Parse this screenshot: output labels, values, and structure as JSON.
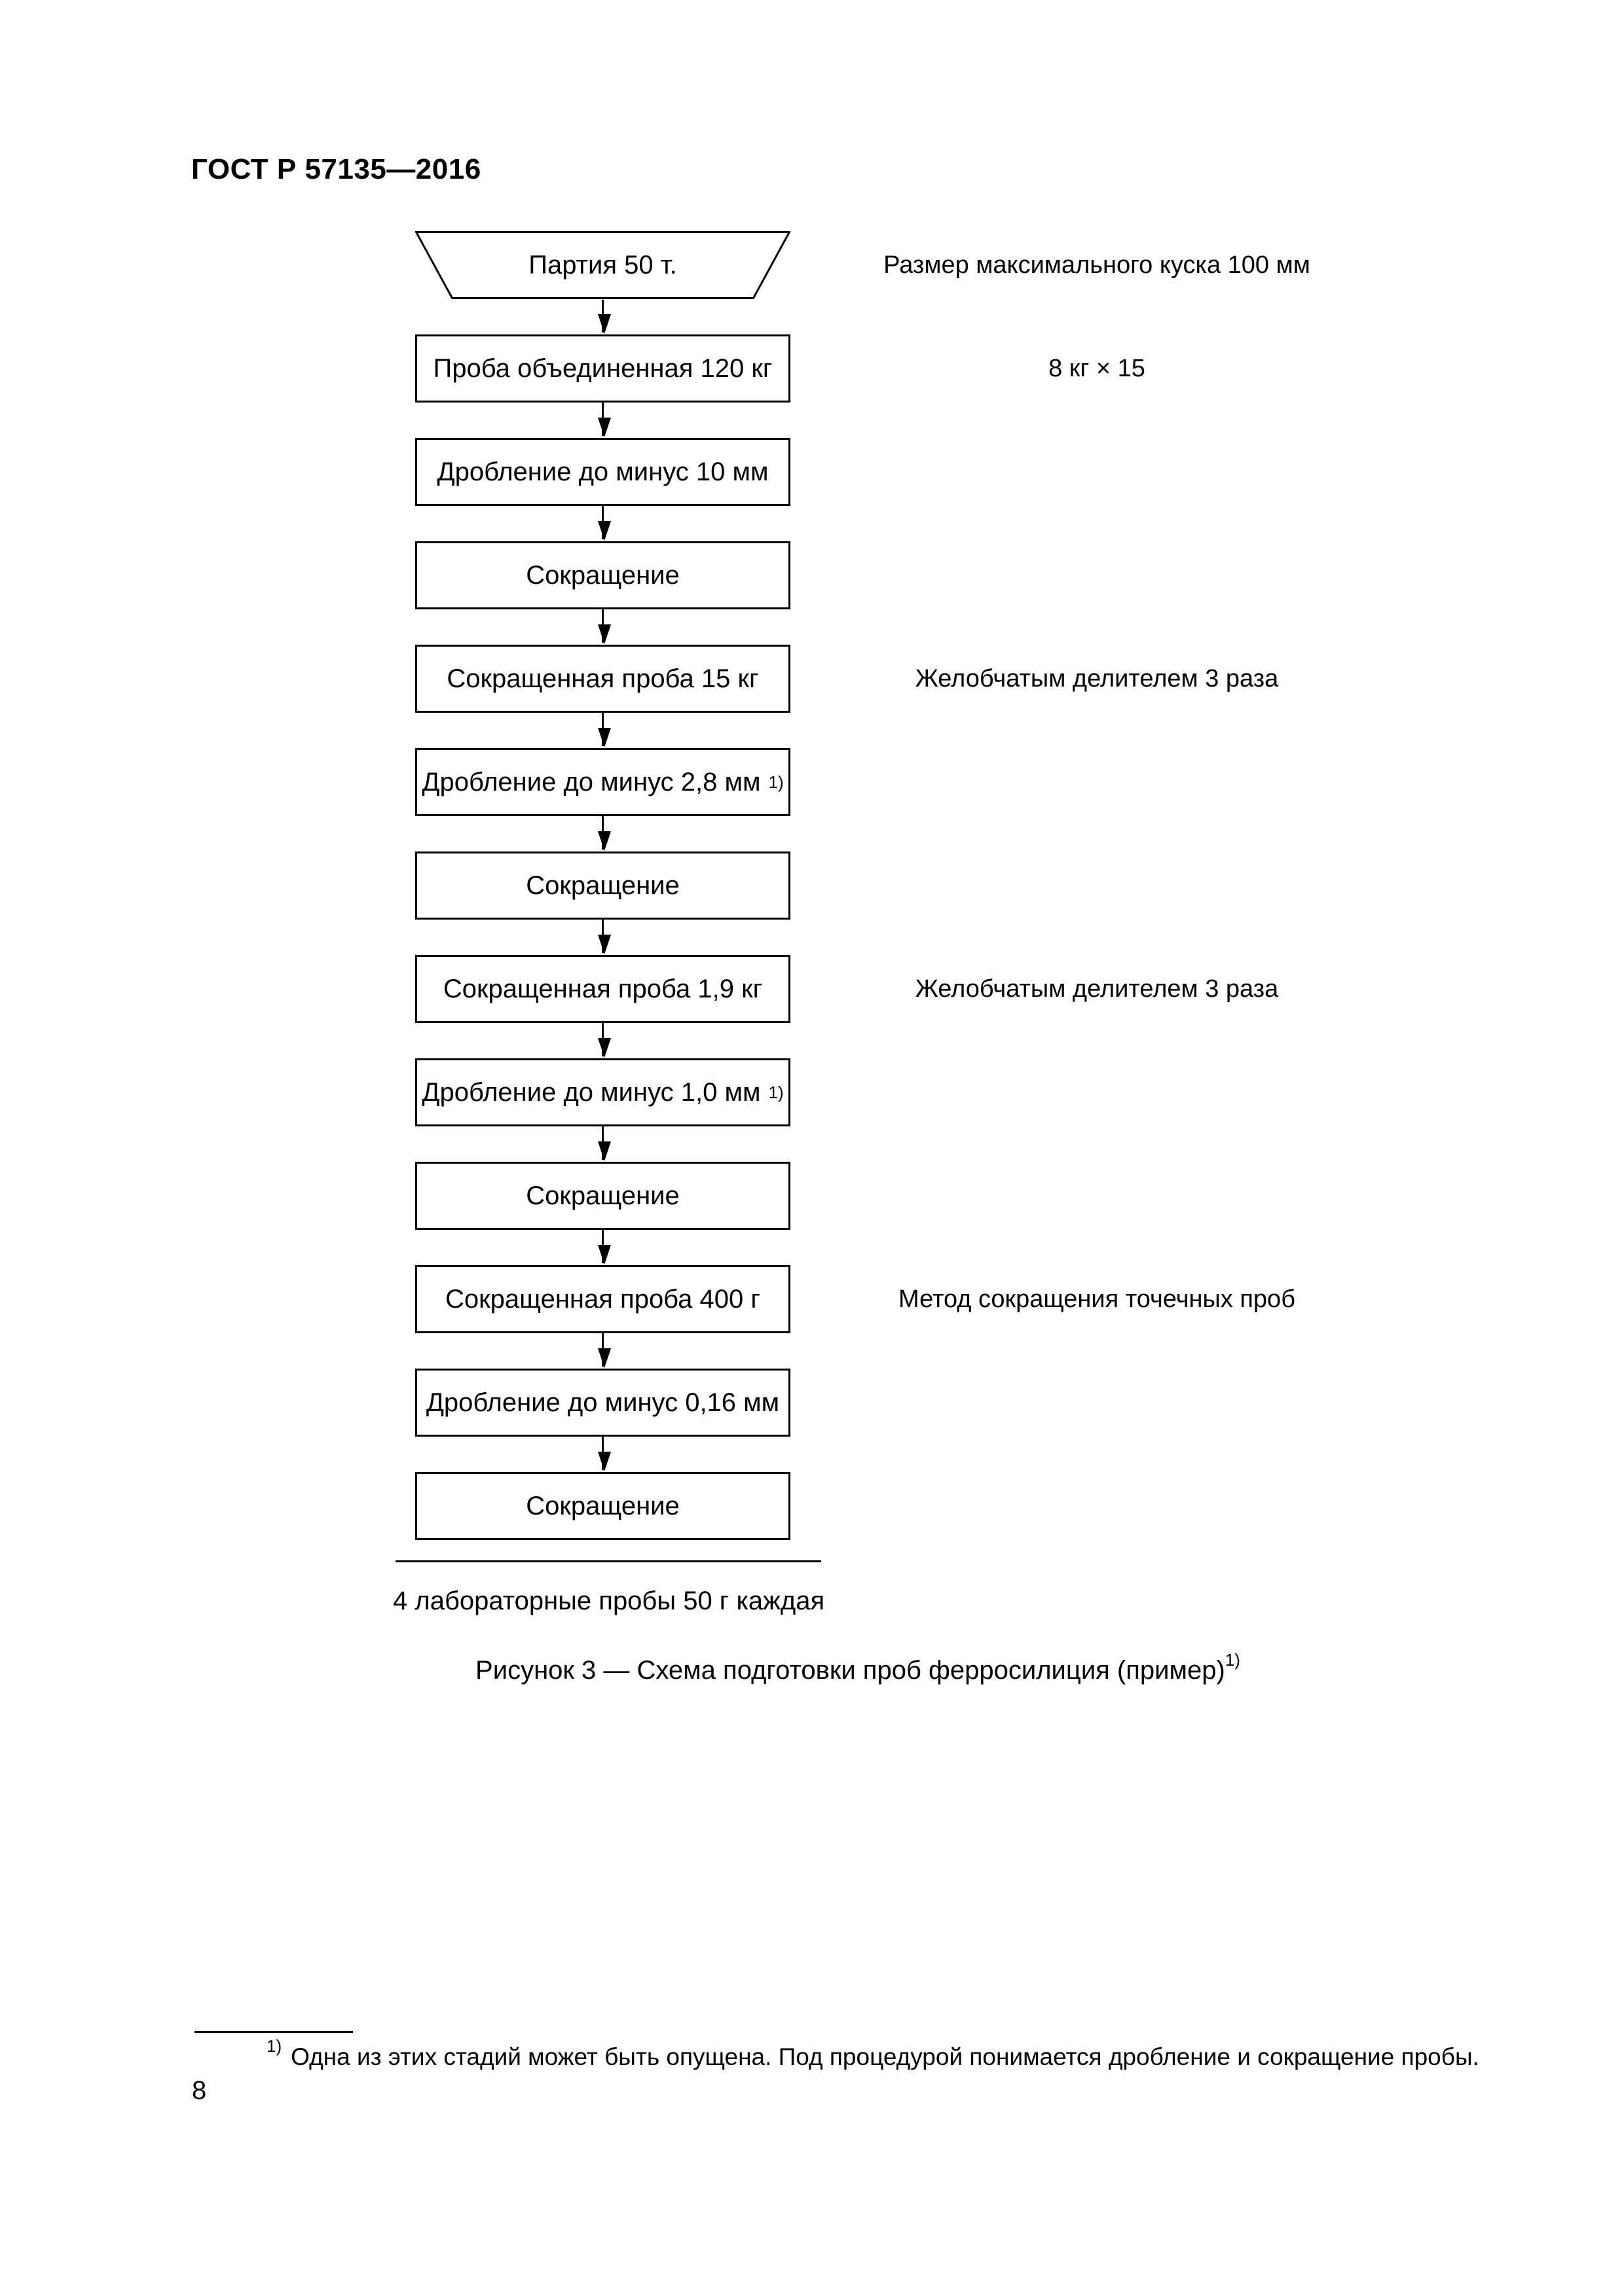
{
  "page": {
    "header": "ГОСТ Р 57135—2016",
    "page_number": "8"
  },
  "colors": {
    "ink": "#000000",
    "paper": "#ffffff"
  },
  "flowchart": {
    "nodes": [
      {
        "shape": "trapezoid",
        "label": "Партия 50 т."
      },
      {
        "shape": "rect",
        "label": "Проба объединенная 120 кг"
      },
      {
        "shape": "rect",
        "label": "Дробление до минус 10 мм"
      },
      {
        "shape": "rect",
        "label": "Сокращение"
      },
      {
        "shape": "rect",
        "label": "Сокращенная проба 15 кг"
      },
      {
        "shape": "rect",
        "label": "Дробление до минус 2,8 мм",
        "sup": "1)"
      },
      {
        "shape": "rect",
        "label": "Сокращение"
      },
      {
        "shape": "rect",
        "label": "Сокращенная проба 1,9 кг"
      },
      {
        "shape": "rect",
        "label": "Дробление до минус 1,0 мм",
        "sup": "1)"
      },
      {
        "shape": "rect",
        "label": "Сокращение"
      },
      {
        "shape": "rect",
        "label": "Сокращенная проба 400 г"
      },
      {
        "shape": "rect",
        "label": "Дробление до минус 0,16 мм"
      },
      {
        "shape": "rect",
        "label": "Сокращение"
      }
    ],
    "annotations": [
      {
        "text": "Размер максимального куска 100 мм"
      },
      {
        "text": "8 кг × 15"
      },
      {
        "text": "Желобчатым делителем 3 раза"
      },
      {
        "text": "Желобчатым делителем 3 раза"
      },
      {
        "text": "Метод сокращения точечных проб"
      }
    ],
    "footer_label": "4 лабораторные пробы 50 г каждая"
  },
  "figure": {
    "caption": "Рисунок 3 — Схема подготовки проб ферросилиция (пример)",
    "caption_sup": "1)"
  },
  "footnote": {
    "marker": "1)",
    "text": "Одна из этих стадий может быть опущена. Под процедурой понимается дробление и сокращение пробы."
  }
}
